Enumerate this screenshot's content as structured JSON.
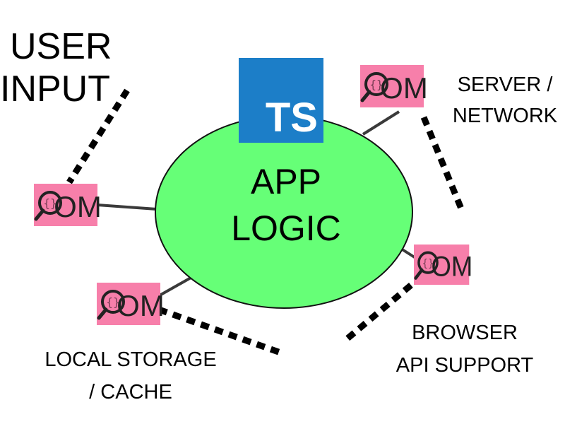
{
  "labels": {
    "user_input": [
      "USER",
      "INPUT"
    ],
    "server_network": [
      "SERVER /",
      "NETWORK"
    ],
    "browser_api": [
      "BROWSER",
      "API SUPPORT"
    ],
    "local_storage": [
      "LOCAL STORAGE",
      "/ CACHE"
    ],
    "app_logic": [
      "APP",
      "LOGIC"
    ]
  },
  "logo": {
    "text": "TS"
  },
  "adapter": {
    "text": "OM",
    "icon": "magnifier-braces-icon"
  },
  "colors": {
    "app_logic_fill": "#66ff77",
    "adapter_fill": "#f77faa",
    "ts_logo": "#1c7ec8",
    "connector": "#3a3a3a",
    "dotted": "#000000"
  }
}
